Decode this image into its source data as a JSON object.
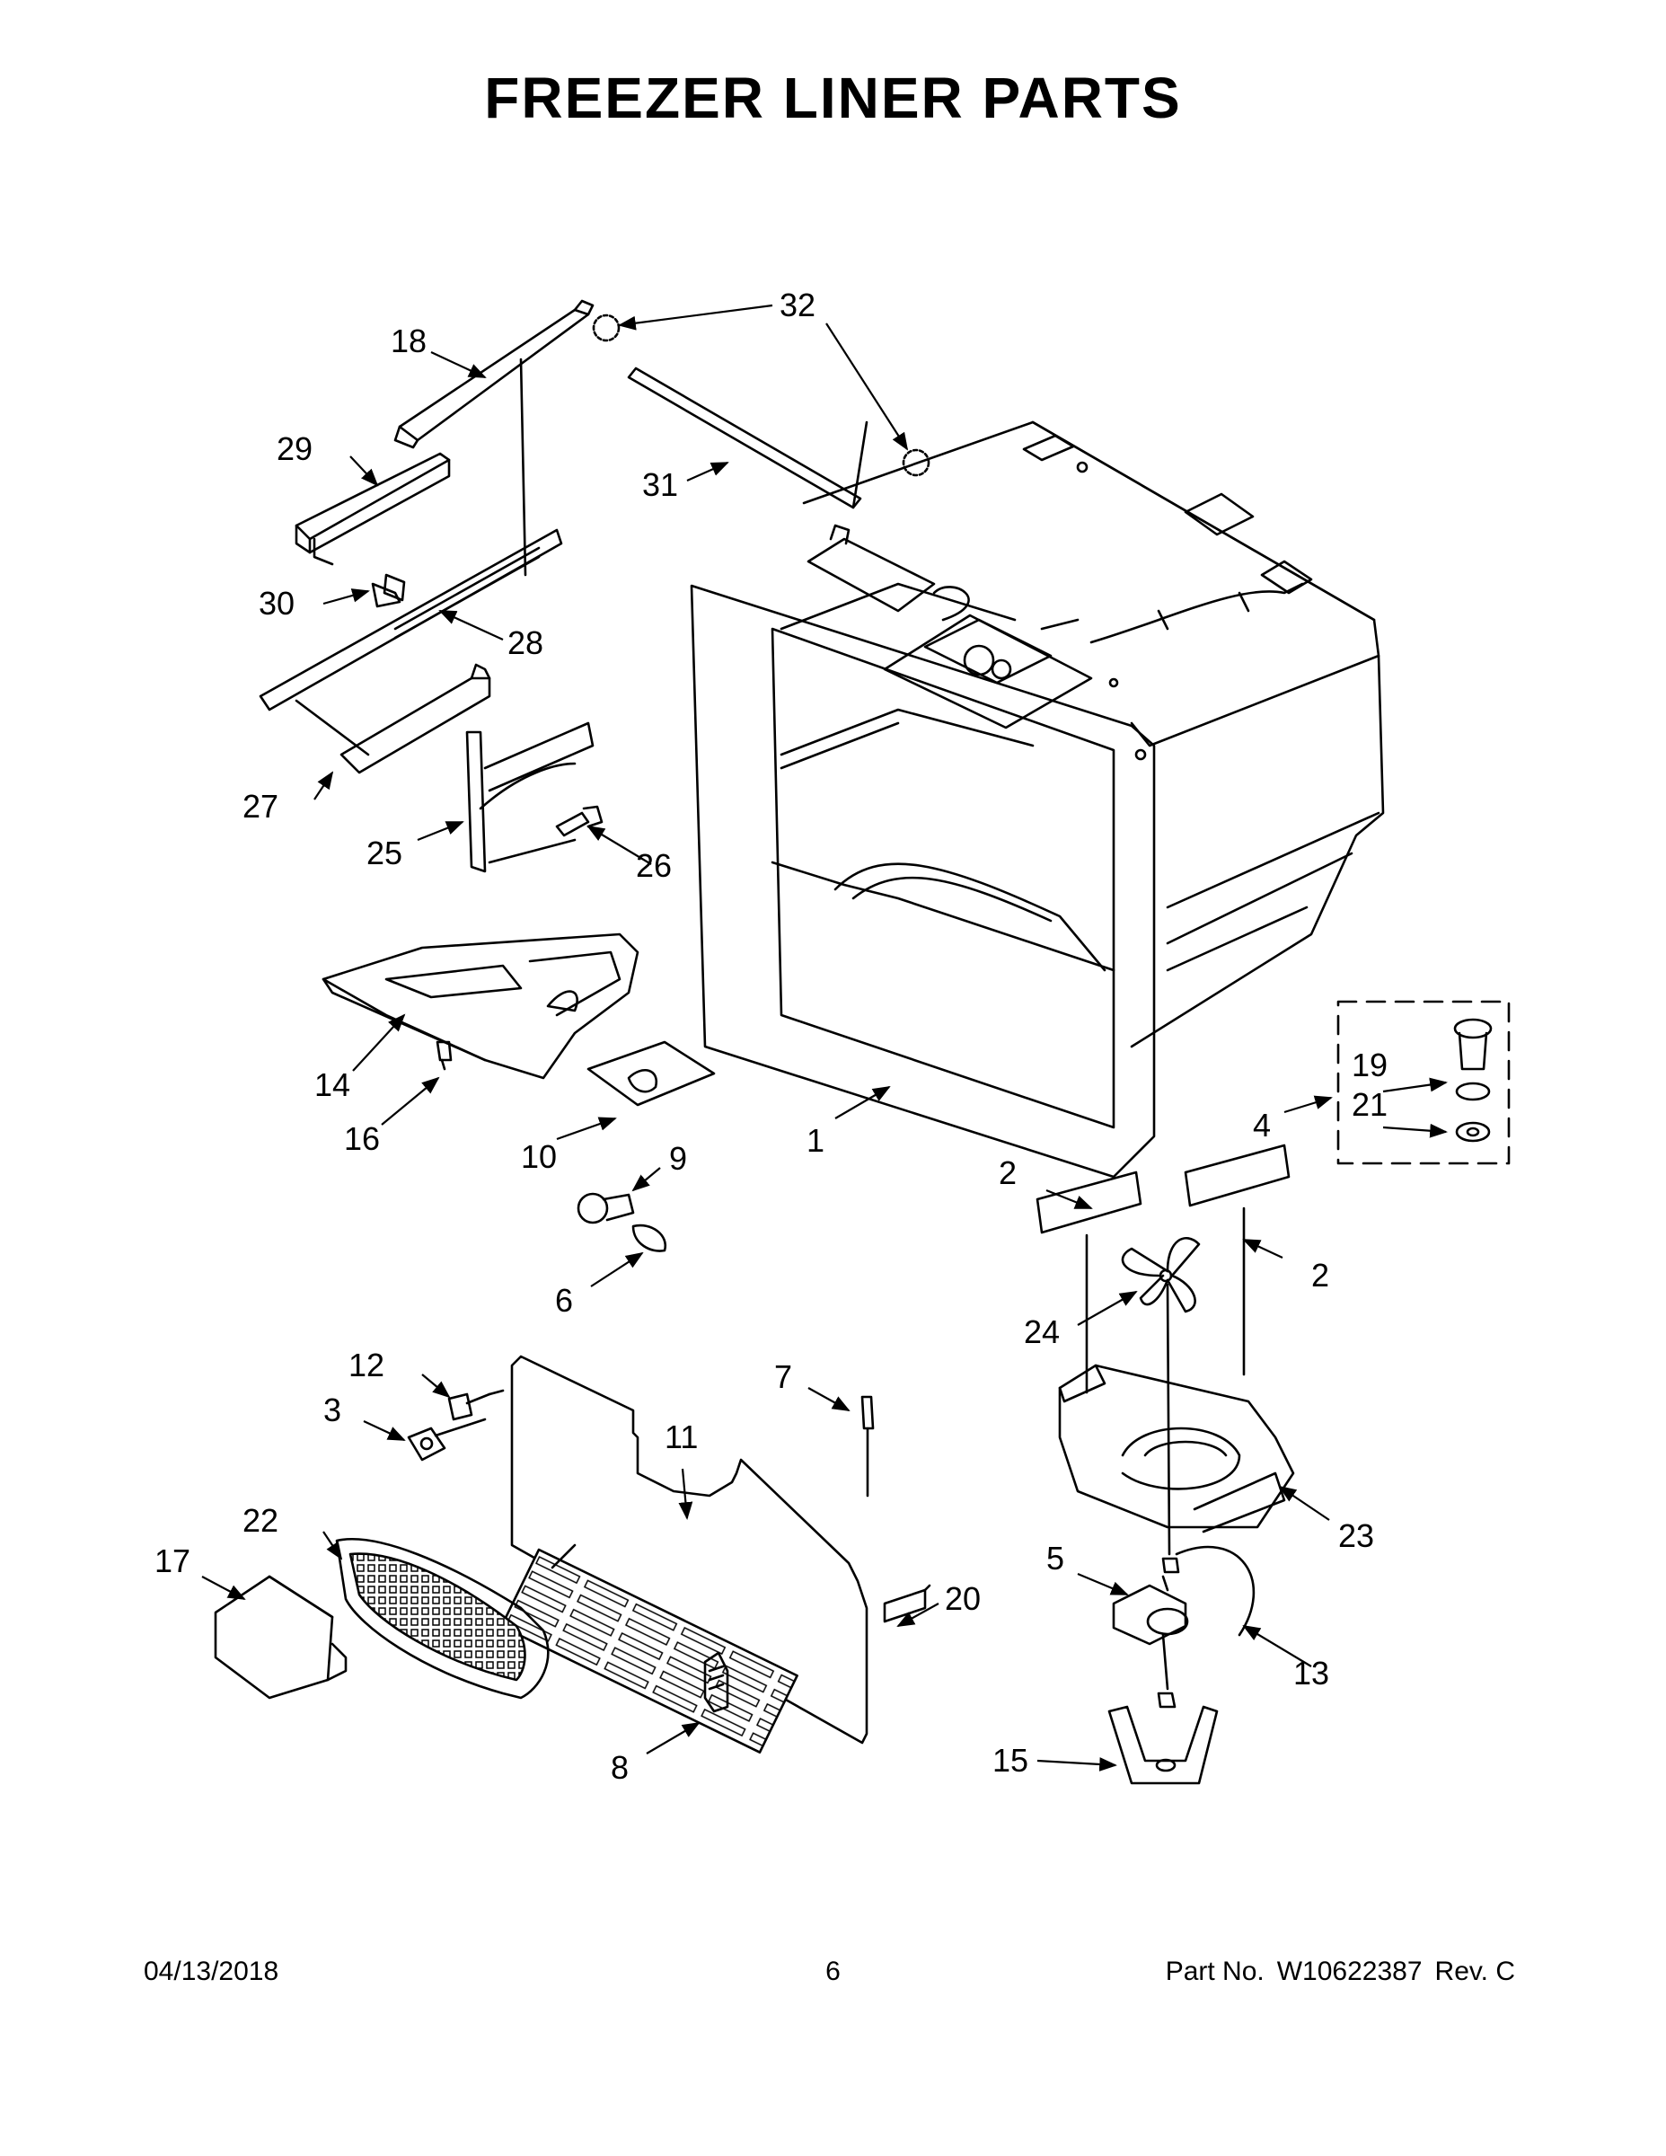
{
  "page": {
    "title": "FREEZER LINER PARTS",
    "footer": {
      "date": "04/13/2018",
      "page_number": "6",
      "part_label": "Part No.",
      "part_number": "W10622387",
      "revision": "Rev. C"
    }
  },
  "callouts": {
    "c1": "1",
    "c2a": "2",
    "c2b": "2",
    "c3": "3",
    "c4": "4",
    "c5": "5",
    "c6": "6",
    "c7": "7",
    "c8": "8",
    "c9": "9",
    "c10": "10",
    "c11": "11",
    "c12": "12",
    "c13": "13",
    "c14": "14",
    "c15": "15",
    "c16": "16",
    "c17": "17",
    "c18": "18",
    "c19": "19",
    "c20": "20",
    "c21": "21",
    "c22": "22",
    "c23": "23",
    "c24": "24",
    "c25": "25",
    "c26": "26",
    "c27": "27",
    "c28": "28",
    "c29": "29",
    "c30": "30",
    "c31": "31",
    "c32": "32"
  }
}
